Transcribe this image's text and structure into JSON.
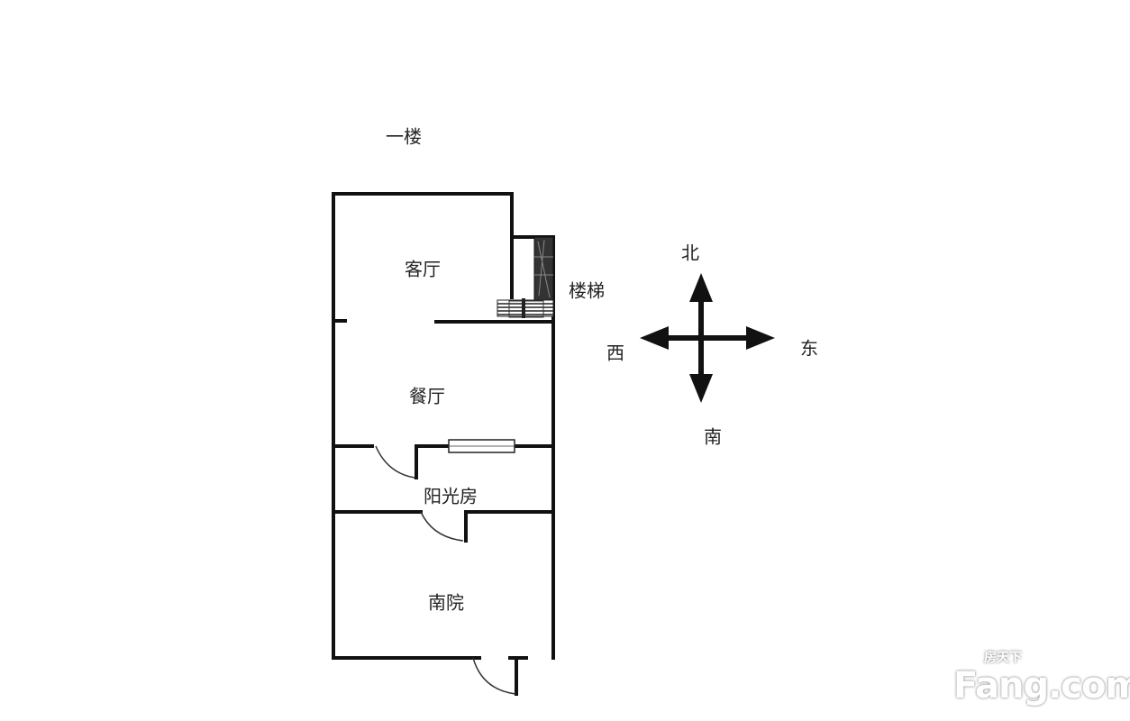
{
  "floor_label": "一楼",
  "rooms": {
    "living_room": "客厅",
    "stairs": "楼梯",
    "dining_room": "餐厅",
    "sunroom": "阳光房",
    "south_yard": "南院"
  },
  "compass": {
    "north": "北",
    "south": "南",
    "east": "东",
    "west": "西"
  },
  "watermark": {
    "cn": "房天下",
    "en": "Fang.com"
  },
  "colors": {
    "wall": "#111111",
    "background": "#ffffff"
  }
}
